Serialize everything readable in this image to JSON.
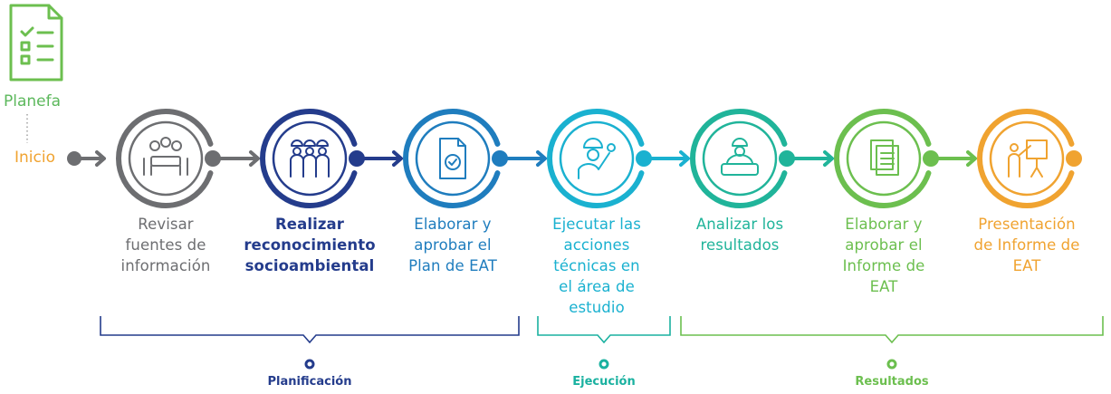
{
  "planefa_label": "Planefa",
  "inicio_label": "Inicio",
  "steps": [
    {
      "lines": [
        "Revisar",
        "fuentes de",
        "información"
      ],
      "color": "#6d6e71",
      "icon": "meeting-icon"
    },
    {
      "lines": [
        "Realizar",
        "reconocimiento",
        "socioambiental"
      ],
      "color": "#243c8c",
      "icon": "workers-icon"
    },
    {
      "lines": [
        "Elaborar y",
        "aprobar el",
        "Plan de EAT"
      ],
      "color": "#1f7dbe",
      "icon": "document-check-icon"
    },
    {
      "lines": [
        "Ejecutar las",
        "acciones",
        "técnicas en",
        "el área de",
        "estudio"
      ],
      "color": "#1ab1d0",
      "icon": "technician-icon"
    },
    {
      "lines": [
        "Analizar los",
        "resultados"
      ],
      "color": "#20b49a",
      "icon": "analyst-icon"
    },
    {
      "lines": [
        "Elaborar y",
        "aprobar el",
        "Informe de",
        "EAT"
      ],
      "color": "#6cbf4f",
      "icon": "report-icon"
    },
    {
      "lines": [
        "Presentación",
        "de Informe de",
        "EAT"
      ],
      "color": "#f0a330",
      "icon": "presentation-icon"
    }
  ],
  "phases": [
    {
      "label": "Planificación",
      "color": "#243c8c"
    },
    {
      "label": "Ejecución",
      "color": "#1ab1a0"
    },
    {
      "label": "Resultados",
      "color": "#6cbf4f"
    }
  ]
}
